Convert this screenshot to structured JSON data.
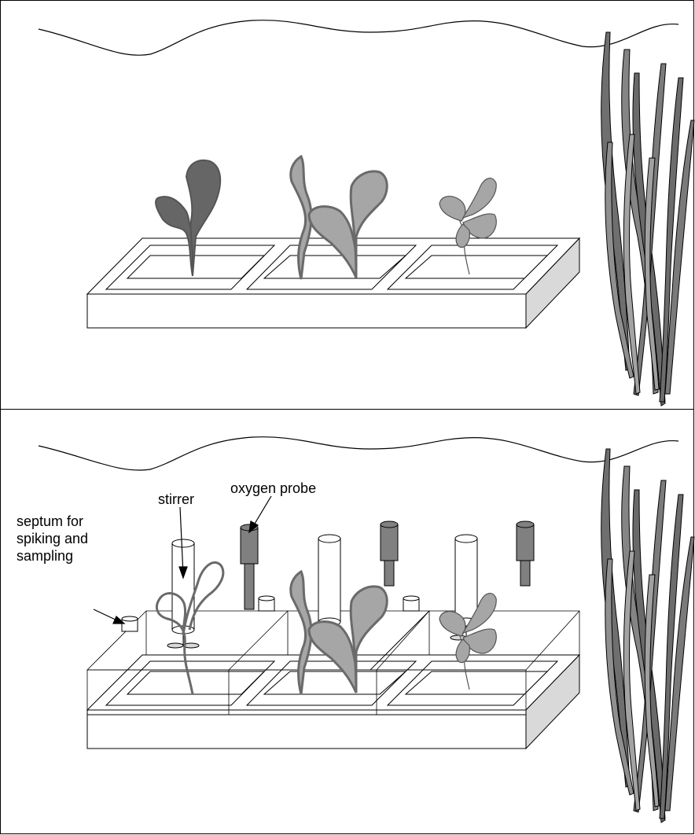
{
  "labels": {
    "stirrer": "stirrer",
    "oxygen_probe": "oxygen probe",
    "septum": [
      "septum for",
      "spiking and",
      "sampling"
    ]
  },
  "colors": {
    "dark_plant": "#666666",
    "mid_plant": "#a6a6a6",
    "seagrass_dark": "#737373",
    "seagrass_light": "#a0a0a0",
    "probe": "#808080",
    "tray_side": "#d9d9d9"
  }
}
